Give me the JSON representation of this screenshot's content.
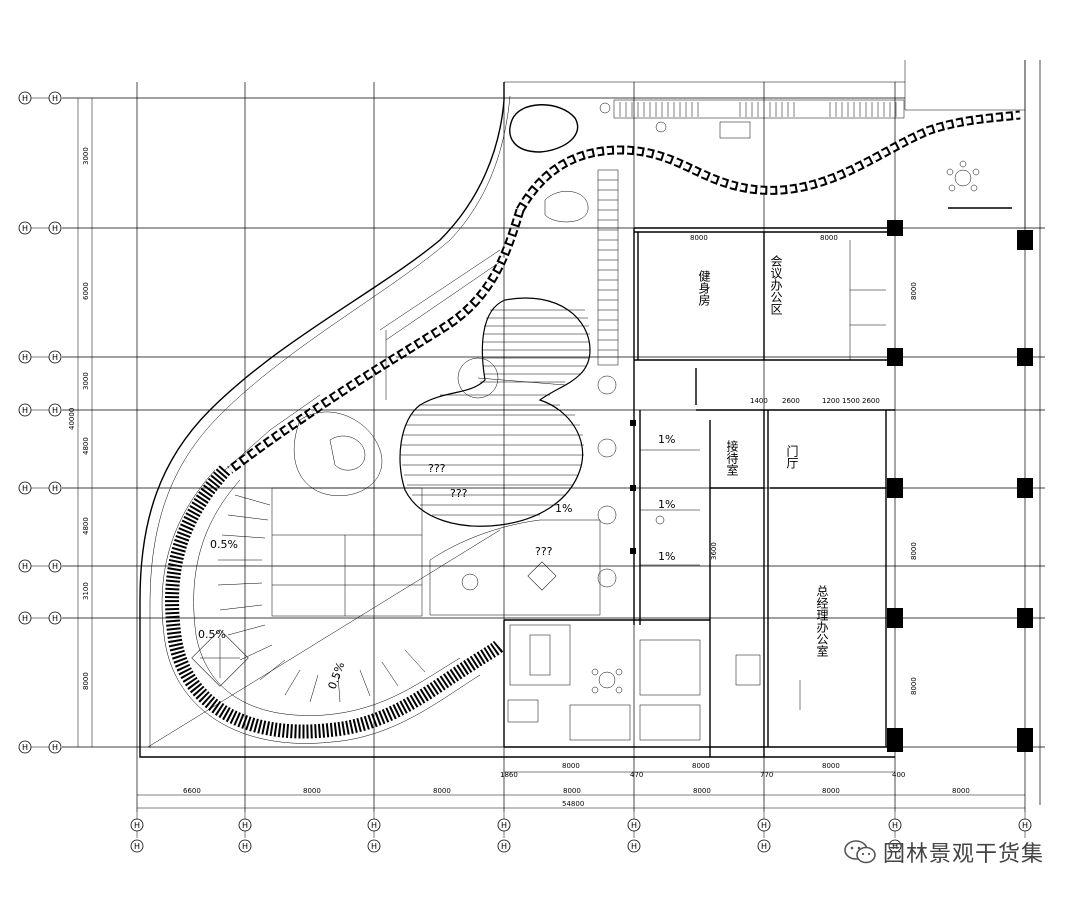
{
  "drawing": {
    "left_axes": [
      "H",
      "H",
      "H",
      "H",
      "H",
      "H",
      "H",
      "H"
    ],
    "bottom_axes": [
      "H",
      "H",
      "H",
      "H",
      "H",
      "H",
      "H",
      "H"
    ],
    "left_dims": [
      "3000",
      "6000",
      "3000",
      "4800",
      "4800",
      "3100",
      "8000"
    ],
    "left_total": "40000",
    "bottom_dims": [
      "6600",
      "8000",
      "8000",
      "8000",
      "8000",
      "8000",
      "8000"
    ],
    "bottom_total": "54800",
    "inner_dims_bottom": [
      "1860",
      "8000",
      "470",
      "8000",
      "770",
      "8000",
      "400"
    ],
    "top_dims": [
      "8000",
      "8000"
    ],
    "right_dims_a": "8000",
    "right_dims_b": "8000",
    "right_dims_c": "8000",
    "row_dims": [
      "1400",
      "2600",
      "1200",
      "1500",
      "2600",
      "3600"
    ],
    "rooms": {
      "r1": "健身房",
      "r2": "会议办公区",
      "r3": "接待室",
      "r4": "门厅",
      "r5": "总经理办公室"
    },
    "slopes": [
      "1%",
      "1%",
      "1%",
      "1%",
      "0.5%",
      "0.5%",
      "0.5%"
    ],
    "unknown_labels": [
      "???",
      "???",
      "???"
    ]
  },
  "watermark": {
    "text": "园林景观干货集",
    "icon": "wechat-icon"
  }
}
